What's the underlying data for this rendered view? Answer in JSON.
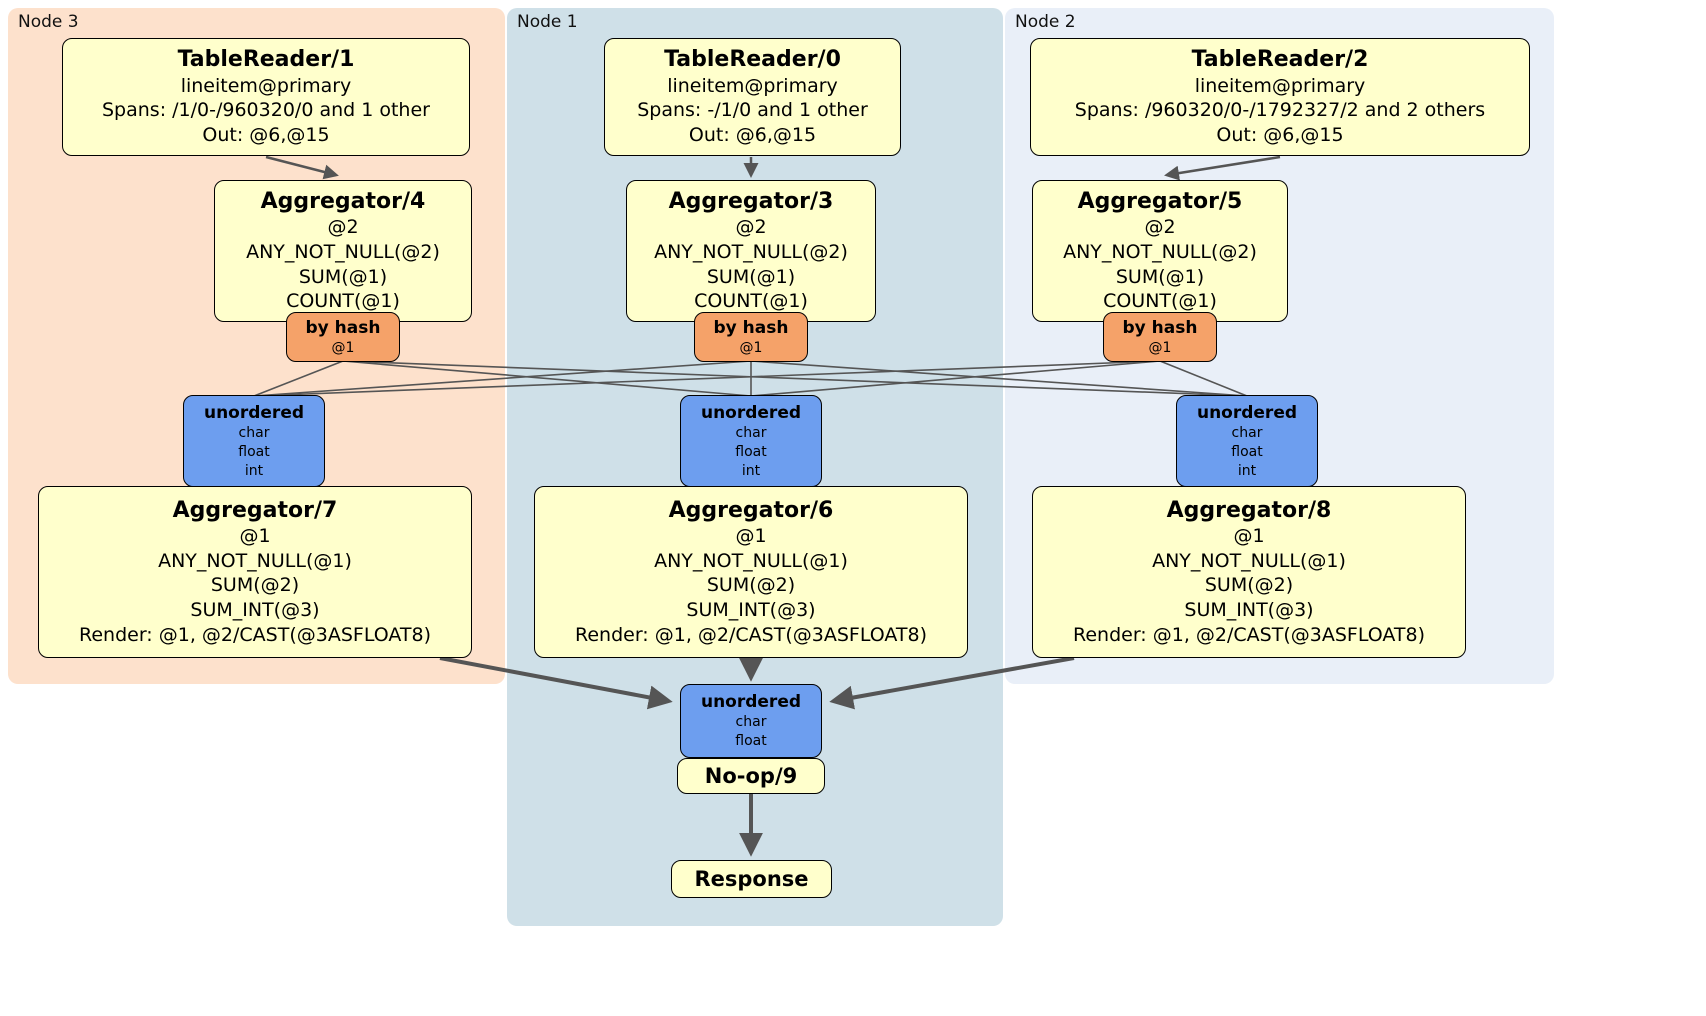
{
  "diagram": {
    "nodes": [
      {
        "label": "Node 3",
        "table_reader": {
          "title": "TableReader/1",
          "lines": [
            "lineitem@primary",
            "Spans: /1/0-/960320/0 and 1 other",
            "Out: @6,@15"
          ]
        },
        "aggregator_top": {
          "title": "Aggregator/4",
          "lines": [
            "@2",
            "ANY_NOT_NULL(@2)",
            "SUM(@1)",
            "COUNT(@1)"
          ]
        },
        "router": {
          "title": "by hash",
          "lines": [
            "@1"
          ]
        },
        "sync": {
          "title": "unordered",
          "lines": [
            "char",
            "float",
            "int"
          ]
        },
        "aggregator_bottom": {
          "title": "Aggregator/7",
          "lines": [
            "@1",
            "ANY_NOT_NULL(@1)",
            "SUM(@2)",
            "SUM_INT(@3)",
            "Render: @1, @2/CAST(@3ASFLOAT8)"
          ]
        }
      },
      {
        "label": "Node 1",
        "table_reader": {
          "title": "TableReader/0",
          "lines": [
            "lineitem@primary",
            "Spans: -/1/0 and 1 other",
            "Out: @6,@15"
          ]
        },
        "aggregator_top": {
          "title": "Aggregator/3",
          "lines": [
            "@2",
            "ANY_NOT_NULL(@2)",
            "SUM(@1)",
            "COUNT(@1)"
          ]
        },
        "router": {
          "title": "by hash",
          "lines": [
            "@1"
          ]
        },
        "sync": {
          "title": "unordered",
          "lines": [
            "char",
            "float",
            "int"
          ]
        },
        "aggregator_bottom": {
          "title": "Aggregator/6",
          "lines": [
            "@1",
            "ANY_NOT_NULL(@1)",
            "SUM(@2)",
            "SUM_INT(@3)",
            "Render: @1, @2/CAST(@3ASFLOAT8)"
          ]
        }
      },
      {
        "label": "Node 2",
        "table_reader": {
          "title": "TableReader/2",
          "lines": [
            "lineitem@primary",
            "Spans: /960320/0-/1792327/2 and 2 others",
            "Out: @6,@15"
          ]
        },
        "aggregator_top": {
          "title": "Aggregator/5",
          "lines": [
            "@2",
            "ANY_NOT_NULL(@2)",
            "SUM(@1)",
            "COUNT(@1)"
          ]
        },
        "router": {
          "title": "by hash",
          "lines": [
            "@1"
          ]
        },
        "sync": {
          "title": "unordered",
          "lines": [
            "char",
            "float",
            "int"
          ]
        },
        "aggregator_bottom": {
          "title": "Aggregator/8",
          "lines": [
            "@1",
            "ANY_NOT_NULL(@1)",
            "SUM(@2)",
            "SUM_INT(@3)",
            "Render: @1, @2/CAST(@3ASFLOAT8)"
          ]
        }
      }
    ],
    "final_sync": {
      "title": "unordered",
      "lines": [
        "char",
        "float"
      ]
    },
    "noop": {
      "title": "No-op/9"
    },
    "response": {
      "title": "Response"
    },
    "colors": {
      "node3_bg": "#fde1cc",
      "node1_bg": "#cfe0e8",
      "node2_bg": "#e9eff8",
      "plan_box_bg": "#ffffcc",
      "hash_router_bg": "#f5a269",
      "sync_bg": "#6d9eef",
      "edge": "#555555"
    }
  }
}
